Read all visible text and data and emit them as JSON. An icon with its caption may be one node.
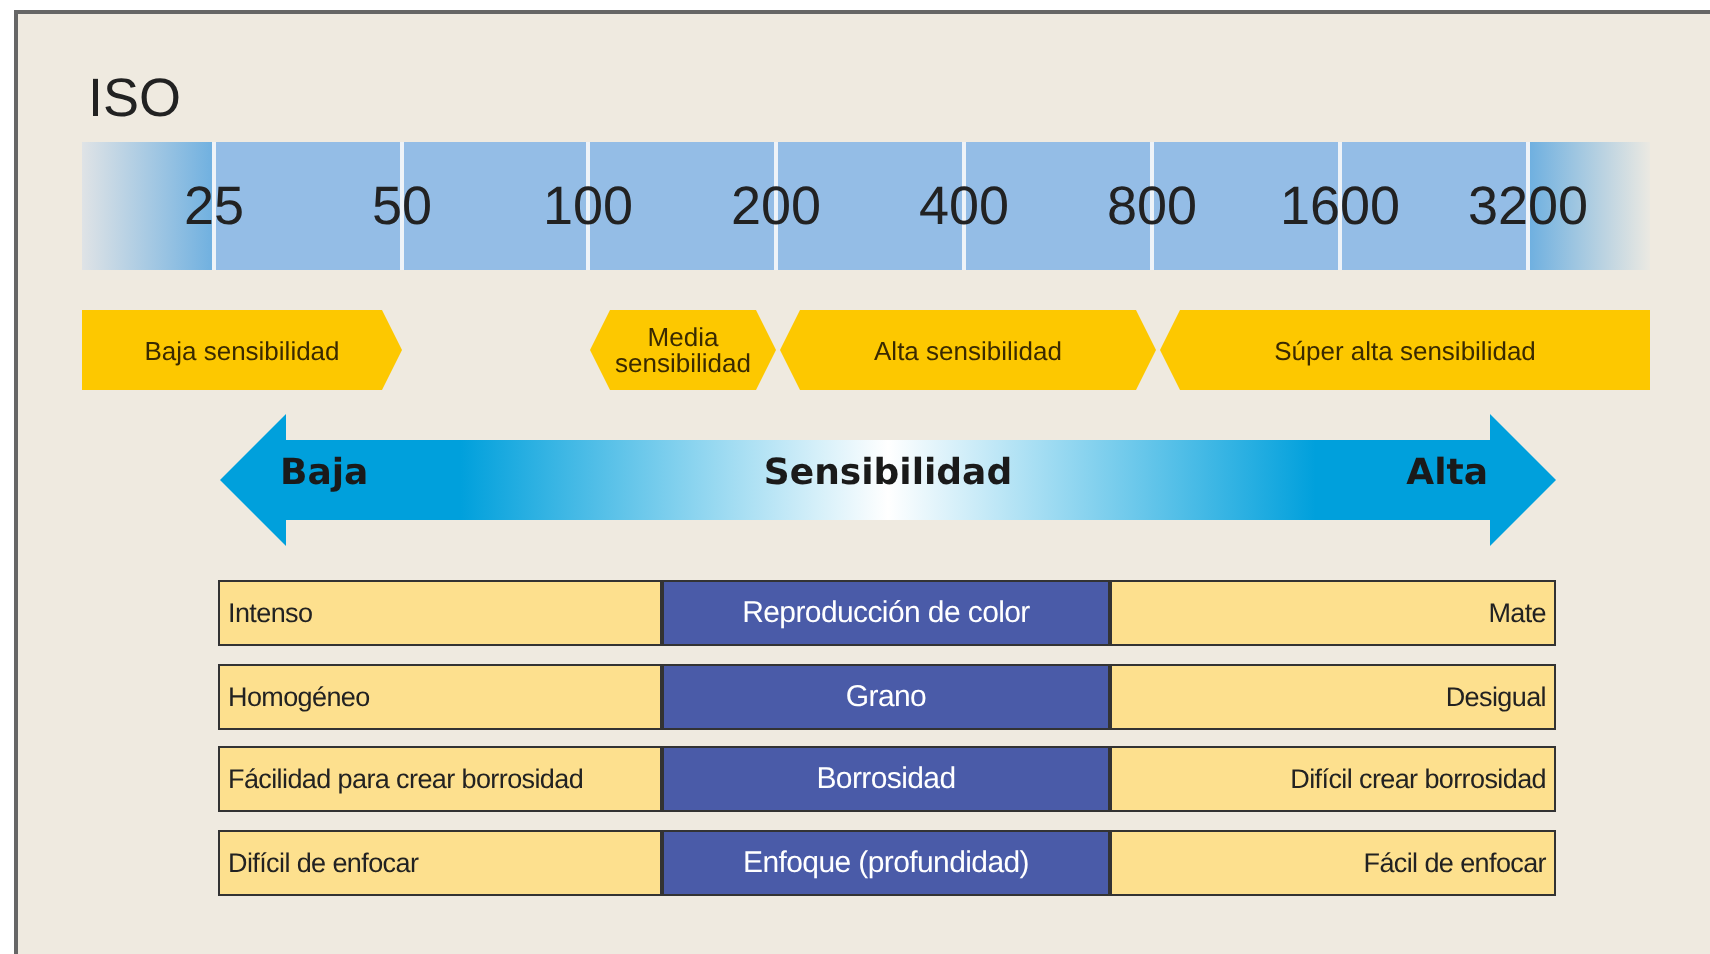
{
  "diagram": {
    "nodes": [
      {
        "text": [
          "Baja sensibilidad"
        ]
      },
      {
        "text": [
          "Media sensibilidad"
        ]
      },
      {
        "text": [
          "Alta sensibilidad"
        ]
      },
      {
        "text": [
          "Súper alta sensibilidad"
        ]
      },
      {
        "text": [
          "Baja",
          "Sensibilidad",
          "Alta"
        ]
      }
    ],
    "labels": [
      "ISO",
      "25",
      "50",
      "100",
      "200",
      "400",
      "800",
      "1600",
      "3200",
      "Intenso",
      "Reproducción de color",
      "Mate",
      "Homogéneo",
      "Grano",
      "Desigual",
      "Fácilidad para crear borrosidad",
      "Borrosidad",
      "Difícil crear borrosidad",
      "Difícil de enfocar",
      "Enfoque (profundidad)",
      "Fácil de enfocar"
    ]
  }
}
